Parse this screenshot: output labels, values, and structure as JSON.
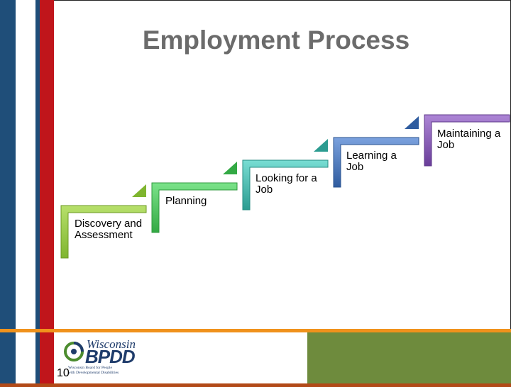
{
  "slide": {
    "title": "Employment Process",
    "page_number": "10"
  },
  "steps": [
    {
      "label": "Discovery and Assessment",
      "color": "#8dc63f"
    },
    {
      "label": "Planning",
      "color": "#4cc35b"
    },
    {
      "label": "Looking for a Job",
      "color": "#3fb9ad"
    },
    {
      "label": "Learning a Job",
      "color": "#3f6fb8"
    },
    {
      "label": "Maintaining a Job",
      "color": "#7e4fb0"
    }
  ],
  "logo": {
    "name_top": "Wisconsin",
    "name_abbr": "BPDD",
    "subtitle_line1": "Wisconsin Board for People",
    "subtitle_line2": "with Developmental Disabilities"
  },
  "colors": {
    "brand_blue": "#1f4e79",
    "brand_red": "#c0151b",
    "accent_orange": "#f0921c",
    "footer_green": "#6e8b3d",
    "title_gray": "#6b6b6b"
  }
}
